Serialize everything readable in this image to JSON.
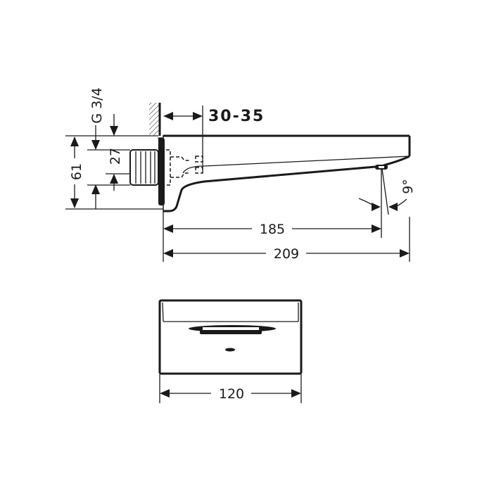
{
  "drawing": {
    "title": "Bath spout dimension drawing",
    "side_view": {
      "thread_label": "G 3/4",
      "wall_offset_label": "30-35",
      "height_total_label": "61",
      "height_inner_label": "27",
      "projection_outlet_label": "185",
      "projection_total_label": "209",
      "angle_label": "9°"
    },
    "front_view": {
      "width_label": "120"
    }
  },
  "colors": {
    "line": "#1a1a1a",
    "background": "#ffffff"
  }
}
